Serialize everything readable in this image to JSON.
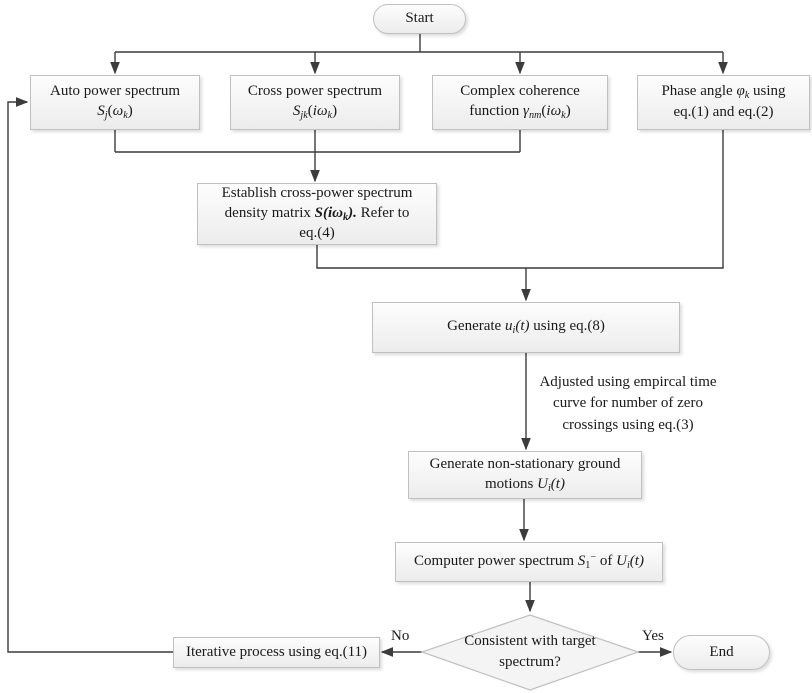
{
  "diagram": {
    "title": "",
    "colors": {
      "line": "#3c3c3c",
      "box_border": "#c0c0c0",
      "box_fill_top": "#fdfdfd",
      "box_fill_bottom": "#ececec",
      "text": "#1a1a1a"
    },
    "nodes": {
      "start": {
        "label": "Start"
      },
      "auto": {
        "lines": [
          [
            {
              "t": "Auto power spectrum",
              "s": ""
            }
          ],
          [
            {
              "t": "S",
              "s": "it"
            },
            {
              "t": "j",
              "s": "sub"
            },
            {
              "t": "(",
              "s": ""
            },
            {
              "t": "ω",
              "s": "it"
            },
            {
              "t": "k",
              "s": "sub"
            },
            {
              "t": ")",
              "s": ""
            }
          ]
        ]
      },
      "cross": {
        "lines": [
          [
            {
              "t": "Cross power spectrum",
              "s": ""
            }
          ],
          [
            {
              "t": "S",
              "s": "it"
            },
            {
              "t": "jk",
              "s": "sub"
            },
            {
              "t": "(",
              "s": ""
            },
            {
              "t": "iω",
              "s": "it"
            },
            {
              "t": "k",
              "s": "sub"
            },
            {
              "t": ")",
              "s": ""
            }
          ]
        ]
      },
      "coherence": {
        "lines": [
          [
            {
              "t": "Complex coherence",
              "s": ""
            }
          ],
          [
            {
              "t": "function ",
              "s": ""
            },
            {
              "t": "γ",
              "s": "it"
            },
            {
              "t": "nm",
              "s": "sub"
            },
            {
              "t": "(",
              "s": ""
            },
            {
              "t": "iω",
              "s": "it"
            },
            {
              "t": "k",
              "s": "sub"
            },
            {
              "t": ")",
              "s": ""
            }
          ]
        ]
      },
      "phase": {
        "lines": [
          [
            {
              "t": "Phase angle ",
              "s": ""
            },
            {
              "t": "φ",
              "s": "it"
            },
            {
              "t": "k",
              "s": "sub"
            },
            {
              "t": " using",
              "s": ""
            }
          ],
          [
            {
              "t": "eq.(1) and eq.(2)",
              "s": ""
            }
          ]
        ]
      },
      "establish": {
        "lines": [
          [
            {
              "t": "Establish cross-power spectrum",
              "s": ""
            }
          ],
          [
            {
              "t": "density matrix ",
              "s": ""
            },
            {
              "t": "S(iω",
              "s": "bi"
            },
            {
              "t": "k",
              "s": "bisub"
            },
            {
              "t": ").",
              "s": "bi"
            },
            {
              "t": " Refer to",
              "s": ""
            }
          ],
          [
            {
              "t": "eq.(4)",
              "s": ""
            }
          ]
        ]
      },
      "generate_u": {
        "lines": [
          [
            {
              "t": "Generate ",
              "s": ""
            },
            {
              "t": "u",
              "s": "it"
            },
            {
              "t": "i",
              "s": "sub"
            },
            {
              "t": "(t)",
              "s": "it"
            },
            {
              "t": " using eq.(8)",
              "s": ""
            }
          ]
        ]
      },
      "generate_U": {
        "lines": [
          [
            {
              "t": "Generate non-stationary ground",
              "s": ""
            }
          ],
          [
            {
              "t": "motions ",
              "s": ""
            },
            {
              "t": "U",
              "s": "it"
            },
            {
              "t": "i",
              "s": "sub"
            },
            {
              "t": "(t)",
              "s": "it"
            }
          ]
        ]
      },
      "compute": {
        "lines": [
          [
            {
              "t": "Computer power spectrum ",
              "s": ""
            },
            {
              "t": "S",
              "s": "it"
            },
            {
              "t": "1",
              "s": "nsub"
            },
            {
              "t": "−",
              "s": "sup"
            },
            {
              "t": " of ",
              "s": ""
            },
            {
              "t": "U",
              "s": "it"
            },
            {
              "t": "i",
              "s": "sub"
            },
            {
              "t": "(t)",
              "s": "it"
            }
          ]
        ]
      },
      "decision": {
        "lines": [
          [
            {
              "t": "Consistent with target",
              "s": ""
            }
          ],
          [
            {
              "t": "spectrum?",
              "s": ""
            }
          ]
        ]
      },
      "iterative": {
        "lines": [
          [
            {
              "t": "Iterative process using eq.(11)",
              "s": ""
            }
          ]
        ]
      },
      "end": {
        "label": "End"
      }
    },
    "annotation": {
      "lines": [
        [
          {
            "t": "Adjusted using empircal time",
            "s": ""
          }
        ],
        [
          {
            "t": "curve for number of zero",
            "s": ""
          }
        ],
        [
          {
            "t": "crossings using eq.(3)",
            "s": ""
          }
        ]
      ]
    },
    "edge_labels": {
      "no": "No",
      "yes": "Yes"
    }
  }
}
